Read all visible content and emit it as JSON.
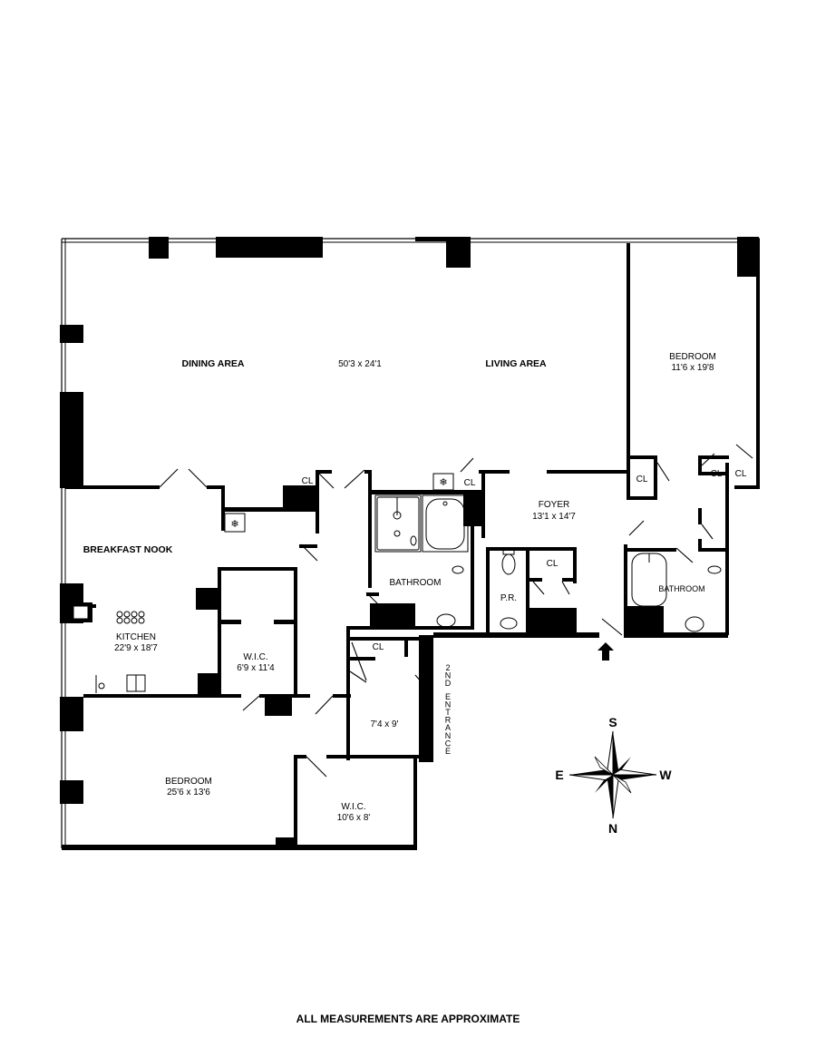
{
  "rooms": {
    "dining": {
      "name": "DINING AREA"
    },
    "great_room_size": "50'3 x 24'1",
    "living": {
      "name": "LIVING AREA"
    },
    "bedroom_west": {
      "name": "BEDROOM",
      "size": "11'6 x 19'8"
    },
    "foyer": {
      "name": "FOYER",
      "size": "13'1 x 14'7"
    },
    "breakfast": {
      "name": "BREAKFAST NOOK"
    },
    "kitchen": {
      "name": "KITCHEN",
      "size": "22'9 x 18'7"
    },
    "wic_1": {
      "name": "W.I.C.",
      "size": "6'9 x 11'4"
    },
    "bathroom_center": {
      "name": "BATHROOM"
    },
    "powder": {
      "name": "P.R."
    },
    "bathroom_west": {
      "name": "BATHROOM"
    },
    "small_room": {
      "size": "7'4 x 9'"
    },
    "bedroom_main": {
      "name": "BEDROOM",
      "size": "25'6 x 13'6"
    },
    "wic_2": {
      "name": "W.I.C.",
      "size": "10'6 x 8'"
    },
    "closet_label": "CL",
    "second_entrance": [
      "2",
      "N",
      "D",
      "E",
      "N",
      "T",
      "R",
      "A",
      "N",
      "C",
      "E"
    ]
  },
  "compass": {
    "top": "S",
    "bottom": "N",
    "left": "E",
    "right": "W"
  },
  "footer": "ALL MEASUREMENTS ARE APPROXIMATE",
  "colors": {
    "wall": "#000000",
    "background": "#ffffff"
  }
}
